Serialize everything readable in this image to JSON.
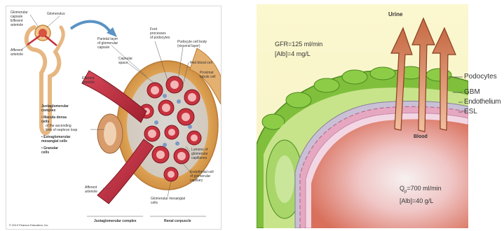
{
  "left": {
    "labels": {
      "glomerular_capsule": "Glomerular\ncapsule",
      "efferent_arteriole_small": "Efferent\narteriole",
      "glomerulus": "Glomerulus",
      "afferent_arteriole_small": "Afferent\narteriole",
      "parietal_layer": "Parietal layer\nof glomerular\ncapsule",
      "capsular_space": "Capsular\nspace",
      "foot_processes": "Foot\nprocesses\nof podocytes",
      "podocyte_cell_body": "Podocyte cell body\n(visceral layer)",
      "red_blood_cell": "Red blood cell",
      "proximal_tubule_cell": "Proximal\ntubule cell",
      "efferent_arteriole": "Efferent\narteriole",
      "juxtaglomerular_complex_heading": "Juxtaglomerular\ncomplex",
      "macula_densa": "• Macula densa\n  cells",
      "macula_densa_desc": "of the ascending\nlimb of nephron loop",
      "extraglomerular": "• Extraglomerular\n  mesangial cells",
      "granular_cells": "• Granular\n  cells",
      "lumens": "Lumens of\nglomerular\ncapillaries",
      "endothelial_cell": "Endothelial cell\nof glomerular\ncapillary",
      "afferent_arteriole": "Afferent\narteriole",
      "glomerular_mesangial": "Glomerular mesangial\ncells",
      "juxtaglomerular_complex_bottom": "Juxtaglomerular complex",
      "renal_corpuscle": "Renal corpuscle",
      "copyright": "© 2013 Pearson Education, Inc."
    }
  },
  "right": {
    "urine": "Urine",
    "gfr": "GFR=125 ml/min",
    "alb_urine": "[Alb]=4 mg/L",
    "podocytes": "Podocytes",
    "gbm": "GBM",
    "endothelium": "Endothelium",
    "esl": "ESL",
    "blood": "Blood",
    "qp_prefix": "Q",
    "qp_sub": "p",
    "qp_value": "=700 ml/min",
    "alb_blood": "[Alb]=40 g/L"
  }
}
